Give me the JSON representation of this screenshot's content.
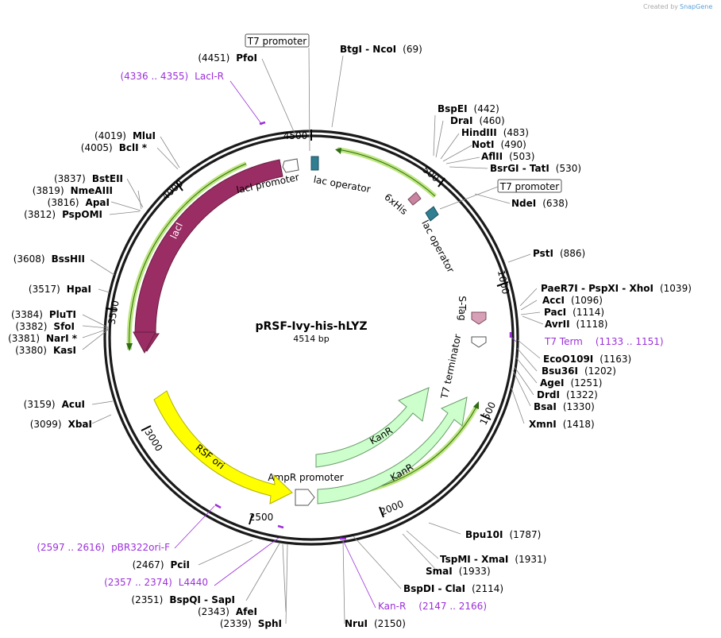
{
  "credit": {
    "created_by": "Created by",
    "brand": "SnapGene"
  },
  "plasmid": {
    "name": "pRSF-Ivy-his-hLYZ",
    "length_label": "4514 bp"
  },
  "ticks": [
    "500",
    "1000",
    "1500",
    "2000",
    "2500",
    "3000",
    "3500",
    "4000",
    "4500"
  ],
  "sites": [
    {
      "name": "BtgI - NcoI",
      "pos": "(69)"
    },
    {
      "name": "BspEI",
      "pos": "(442)"
    },
    {
      "name": "DraI",
      "pos": "(460)"
    },
    {
      "name": "HindIII",
      "pos": "(483)"
    },
    {
      "name": "NotI",
      "pos": "(490)"
    },
    {
      "name": "AflII",
      "pos": "(503)"
    },
    {
      "name": "BsrGI - TatI",
      "pos": "(530)"
    },
    {
      "name": "NdeI",
      "pos": "(638)"
    },
    {
      "name": "PstI",
      "pos": "(886)"
    },
    {
      "name": "PaeR7I - PspXI - XhoI",
      "pos": "(1039)"
    },
    {
      "name": "AccI",
      "pos": "(1096)"
    },
    {
      "name": "PacI",
      "pos": "(1114)"
    },
    {
      "name": "AvrII",
      "pos": "(1118)"
    },
    {
      "name": "EcoO109I",
      "pos": "(1163)"
    },
    {
      "name": "Bsu36I",
      "pos": "(1202)"
    },
    {
      "name": "AgeI",
      "pos": "(1251)"
    },
    {
      "name": "DrdI",
      "pos": "(1322)"
    },
    {
      "name": "BsaI",
      "pos": "(1330)"
    },
    {
      "name": "XmnI",
      "pos": "(1418)"
    },
    {
      "name": "Bpu10I",
      "pos": "(1787)"
    },
    {
      "name": "TspMI - XmaI",
      "pos": "(1931)"
    },
    {
      "name": "SmaI",
      "pos": "(1933)"
    },
    {
      "name": "BspDI - ClaI",
      "pos": "(2114)"
    },
    {
      "name": "NruI",
      "pos": "(2150)"
    },
    {
      "name": "SphI",
      "pos": "(2339)"
    },
    {
      "name": "AfeI",
      "pos": "(2343)"
    },
    {
      "name": "BspQI - SapI",
      "pos": "(2351)"
    },
    {
      "name": "PciI",
      "pos": "(2467)"
    },
    {
      "name": "XbaI",
      "pos": "(3099)"
    },
    {
      "name": "AcuI",
      "pos": "(3159)"
    },
    {
      "name": "KasI",
      "pos": "(3380)"
    },
    {
      "name": "NarI *",
      "pos": "(3381)"
    },
    {
      "name": "SfoI",
      "pos": "(3382)"
    },
    {
      "name": "PluTI",
      "pos": "(3384)"
    },
    {
      "name": "HpaI",
      "pos": "(3517)"
    },
    {
      "name": "BssHII",
      "pos": "(3608)"
    },
    {
      "name": "PspOMI",
      "pos": "(3812)"
    },
    {
      "name": "ApaI",
      "pos": "(3816)"
    },
    {
      "name": "NmeAIII",
      "pos": "(3819)"
    },
    {
      "name": "BstEII",
      "pos": "(3837)"
    },
    {
      "name": "BclI *",
      "pos": "(4005)"
    },
    {
      "name": "MluI",
      "pos": "(4019)"
    },
    {
      "name": "PfoI",
      "pos": "(4451)"
    }
  ],
  "primers": [
    {
      "name": "LacI-R",
      "range": "(4336 .. 4355)"
    },
    {
      "name": "T7 Term",
      "range": "(1133 .. 1151)"
    },
    {
      "name": "Kan-R",
      "range": "(2147 .. 2166)"
    },
    {
      "name": "L4440",
      "range": "(2357 .. 2374)"
    },
    {
      "name": "pBR322ori-F",
      "range": "(2597 .. 2616)"
    }
  ],
  "features": {
    "t7_promoter_top": "T7 promoter",
    "t7_promoter_right": "T7 promoter",
    "lac_operator_top": "lac operator",
    "lac_operator_right": "lac operator",
    "laci_promoter": "lacI promoter",
    "laci": "lacI",
    "his6": "6xHis",
    "s_tag": "S-Tag",
    "t7_terminator": "T7 terminator",
    "kanr_inner": "KanR",
    "kanr_outer": "KanR",
    "ampr_promoter": "AmpR promoter",
    "rsf_ori": "RSF ori"
  },
  "colors": {
    "backbone": "#1a1a1a",
    "laci": "#9a2d63",
    "rsf_ori": "#ffff00",
    "kanr": "#ccffcc",
    "orf": "#bde67e",
    "lac_operator": "#2f7e92",
    "his_tag": "#c9849f",
    "s_tag": "#d8a0b6",
    "primer": "#9b30d9"
  }
}
